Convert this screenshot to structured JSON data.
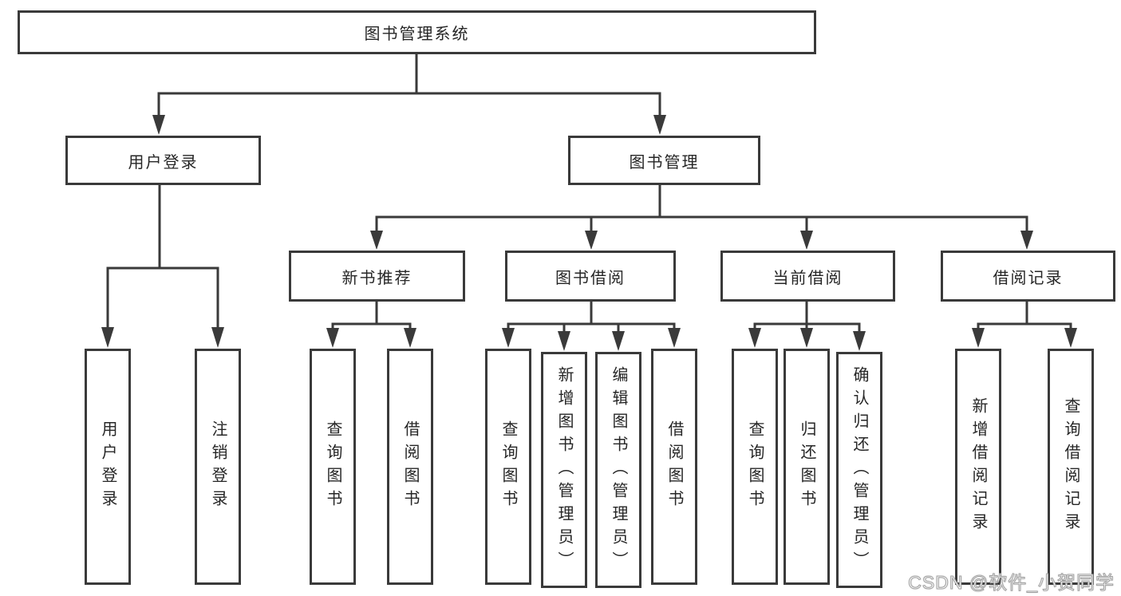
{
  "tree": {
    "label": "图书管理系统",
    "children": [
      {
        "label": "用户登录",
        "children": [
          {
            "label": "用户登录"
          },
          {
            "label": "注销登录"
          }
        ]
      },
      {
        "label": "图书管理",
        "children": [
          {
            "label": "新书推荐",
            "children": [
              {
                "label": "查询图书"
              },
              {
                "label": "借阅图书"
              }
            ]
          },
          {
            "label": "图书借阅",
            "children": [
              {
                "label": "查询图书"
              },
              {
                "label": "新增图书（管理员）"
              },
              {
                "label": "编辑图书（管理员）"
              },
              {
                "label": "借阅图书"
              }
            ]
          },
          {
            "label": "当前借阅",
            "children": [
              {
                "label": "查询图书"
              },
              {
                "label": "归还图书"
              },
              {
                "label": "确认归还（管理员）"
              }
            ]
          },
          {
            "label": "借阅记录",
            "children": [
              {
                "label": "新增借阅记录"
              },
              {
                "label": "查询借阅记录"
              }
            ]
          }
        ]
      }
    ]
  },
  "watermark": {
    "text": "CSDN @软件_小贺同学"
  },
  "colors": {
    "line": "#3a3a3a",
    "text": "#262626",
    "bg": "#ffffff",
    "watermark": "#ffffff"
  }
}
